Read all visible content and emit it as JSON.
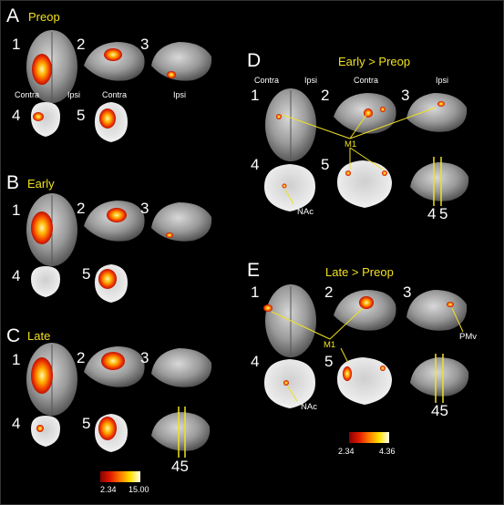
{
  "panels": {
    "A": {
      "letter": "A",
      "title": "Preop"
    },
    "B": {
      "letter": "B",
      "title": "Early"
    },
    "C": {
      "letter": "C",
      "title": "Late"
    },
    "D": {
      "letter": "D",
      "title": "Early > Preop"
    },
    "E": {
      "letter": "E",
      "title": "Late > Preop"
    }
  },
  "numbers": [
    "1",
    "2",
    "3",
    "4",
    "5"
  ],
  "sides": {
    "contra": "Contra",
    "ipsi": "Ipsi"
  },
  "annotations": {
    "m1": "M1",
    "nac": "NAc",
    "pmv": "PMv",
    "slice_nums": "45",
    "slice4": "4",
    "slice5": "5"
  },
  "colorbars": {
    "left": {
      "min": "2.34",
      "max": "15.00"
    },
    "right": {
      "min": "2.34",
      "max": "4.36"
    }
  },
  "colors": {
    "accent": "#f0e020",
    "background": "#000000"
  }
}
